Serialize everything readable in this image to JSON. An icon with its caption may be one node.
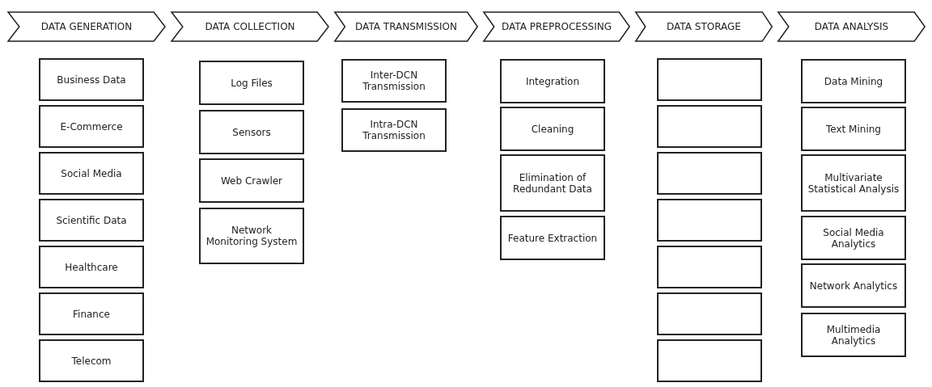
{
  "diagram": {
    "nodes": [
      {
        "text": [
          "DATA GENERATION"
        ]
      },
      {
        "text": [
          "Business Data"
        ]
      },
      {
        "text": [
          "E-Commerce"
        ]
      },
      {
        "text": [
          "Social Media"
        ]
      },
      {
        "text": [
          "Scientific Data"
        ]
      },
      {
        "text": [
          "Healthcare"
        ]
      },
      {
        "text": [
          "Finance"
        ]
      },
      {
        "text": [
          "Telecom"
        ]
      },
      {
        "text": [
          "DATA COLLECTION"
        ]
      },
      {
        "text": [
          "Log Files"
        ]
      },
      {
        "text": [
          "Sensors"
        ]
      },
      {
        "text": [
          "Web Crawler"
        ]
      },
      {
        "text": [
          "Network Monitoring System"
        ]
      },
      {
        "text": [
          "DATA TRANSMISSION"
        ]
      },
      {
        "text": [
          "Inter-DCN Transmission"
        ]
      },
      {
        "text": [
          "Intra-DCN Transmission"
        ]
      },
      {
        "text": [
          "DATA PREPROCESSING"
        ]
      },
      {
        "text": [
          "Integration"
        ]
      },
      {
        "text": [
          "Cleaning"
        ]
      },
      {
        "text": [
          "Elimination of Redundant Data"
        ]
      },
      {
        "text": [
          "Feature Extraction"
        ]
      },
      {
        "text": [
          "DATA STORAGE"
        ]
      },
      {
        "text": [],
        "shape": "box"
      },
      {
        "text": [],
        "shape": "box"
      },
      {
        "text": [],
        "shape": "box"
      },
      {
        "text": [],
        "shape": "box"
      },
      {
        "text": [],
        "shape": "box"
      },
      {
        "text": [],
        "shape": "box"
      },
      {
        "text": [],
        "shape": "box"
      },
      {
        "text": [
          "DATA ANALYSIS"
        ]
      },
      {
        "text": [
          "Data Mining"
        ]
      },
      {
        "text": [
          "Text Mining"
        ]
      },
      {
        "text": [
          "Multivariate Statistical Analysis"
        ]
      },
      {
        "text": [
          "Social Media Analytics"
        ]
      },
      {
        "text": [
          "Network Analytics"
        ]
      },
      {
        "text": [
          "Multimedia Analytics"
        ]
      }
    ],
    "edges": []
  }
}
